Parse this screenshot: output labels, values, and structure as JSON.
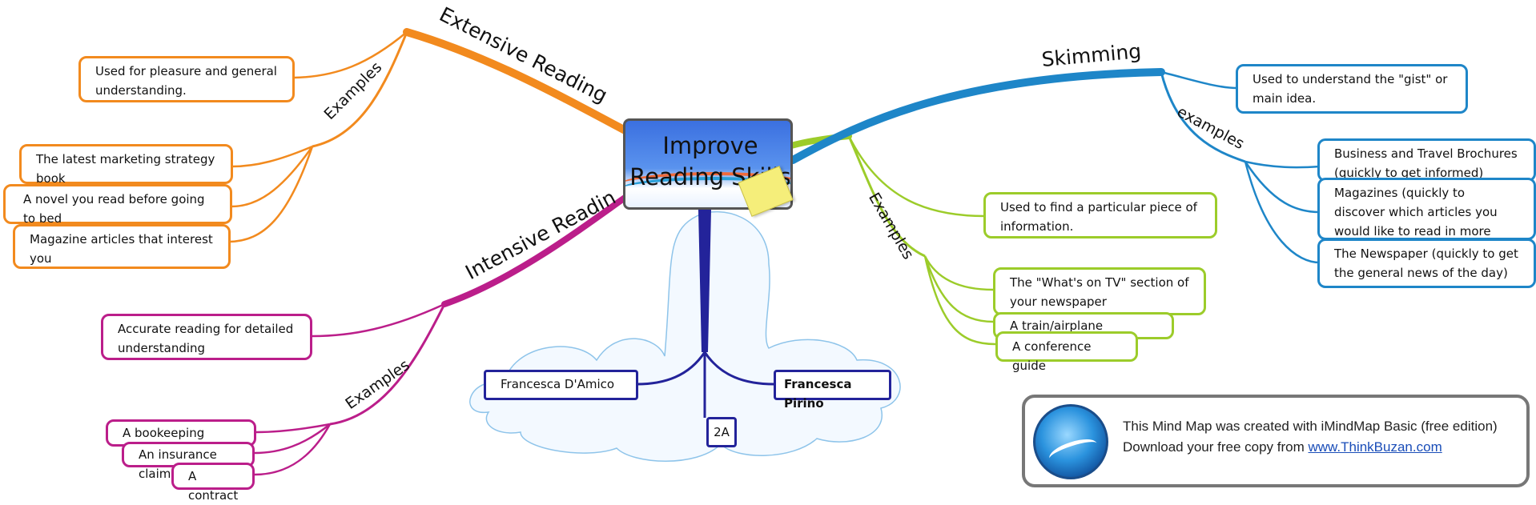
{
  "central": {
    "title_line1": "Improve",
    "title_line2": "Reading Skills"
  },
  "extensive": {
    "label": "Extensive Reading",
    "description": "Used for pleasure and general understanding.",
    "examples_label": "Examples",
    "examples": [
      "The latest marketing strategy book",
      "A novel you read before going to bed",
      "Magazine articles that interest you"
    ],
    "color": "#f28a1e"
  },
  "intensive": {
    "label": "Intensive Readin",
    "description": "Accurate reading for detailed understanding",
    "examples_label": "Examples",
    "examples": [
      "A bookeeping report",
      "An insurance claim",
      "A contract"
    ],
    "color": "#bb1e8a"
  },
  "scanning": {
    "description": "Used to find a particular piece of information.",
    "examples_label": "Examples",
    "examples": [
      "The \"What's on TV\" section of your newspaper",
      "A train/airplane schedule",
      "A conference guide"
    ],
    "color": "#9ccc2a"
  },
  "skimming": {
    "label": "Skimming",
    "description": "Used to understand the \"gist\" or main idea.",
    "examples_label": "examples",
    "examples": [
      "Business and Travel Brochures (quickly to get informed)",
      "Magazines (quickly to discover which articles you would like to read in more detail)",
      "The Newspaper (quickly to get the general news of the day)"
    ],
    "color": "#1e86c8"
  },
  "authors": {
    "names": [
      "Francesca D'Amico",
      "Francesca Pirino"
    ],
    "class": "2A",
    "color": "#23239a"
  },
  "promo": {
    "line1": "This Mind Map was created with iMindMap Basic (free edition)",
    "line2_prefix": "Download your free copy from ",
    "link": "www.ThinkBuzan.com"
  }
}
